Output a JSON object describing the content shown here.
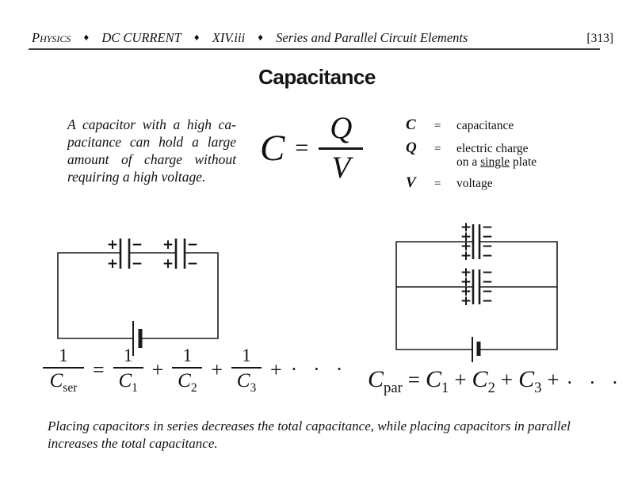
{
  "header": {
    "subject": "Physics",
    "separator": "♦",
    "chapter": "DC CURRENT",
    "section": "XIV.iii",
    "topic": "Series and Parallel Circuit Elements",
    "page_number": "[313]"
  },
  "title": "Capacitance",
  "intro_lines": [
    "A capacitor with a high ca-",
    "pacitance can hold a large",
    "amount of charge without",
    "requiring a high voltage."
  ],
  "definition_formula": {
    "lhs": "C",
    "equals": "=",
    "numerator": "Q",
    "denominator": "V"
  },
  "legend": {
    "rows": [
      {
        "symbol": "C",
        "equals": "=",
        "description": "capacitance"
      },
      {
        "symbol": "Q",
        "equals": "=",
        "description": "electric charge",
        "line2_prefix": "on a",
        "line2_underlined": "single",
        "line2_suffix": "plate"
      },
      {
        "symbol": "V",
        "equals": "=",
        "description": "voltage"
      }
    ]
  },
  "circuit_symbols": {
    "plus": "+",
    "minus": "−"
  },
  "series_formula": {
    "lhs": {
      "numerator": "1",
      "denominator_base": "C",
      "denominator_sub": "ser"
    },
    "equals": "=",
    "plus": "+",
    "terms": [
      {
        "numerator": "1",
        "denominator_base": "C",
        "denominator_sub": "1"
      },
      {
        "numerator": "1",
        "denominator_base": "C",
        "denominator_sub": "2"
      },
      {
        "numerator": "1",
        "denominator_base": "C",
        "denominator_sub": "3"
      }
    ],
    "ellipsis": "· · ·"
  },
  "parallel_formula": {
    "lhs_base": "C",
    "lhs_sub": "par",
    "equals": "=",
    "plus": "+",
    "terms": [
      {
        "base": "C",
        "sub": "1"
      },
      {
        "base": "C",
        "sub": "2"
      },
      {
        "base": "C",
        "sub": "3"
      }
    ],
    "ellipsis": "· · ·"
  },
  "caption": "Placing capacitors in series decreases the total capacitance, while placing capacitors in parallel increases the total capacitance."
}
